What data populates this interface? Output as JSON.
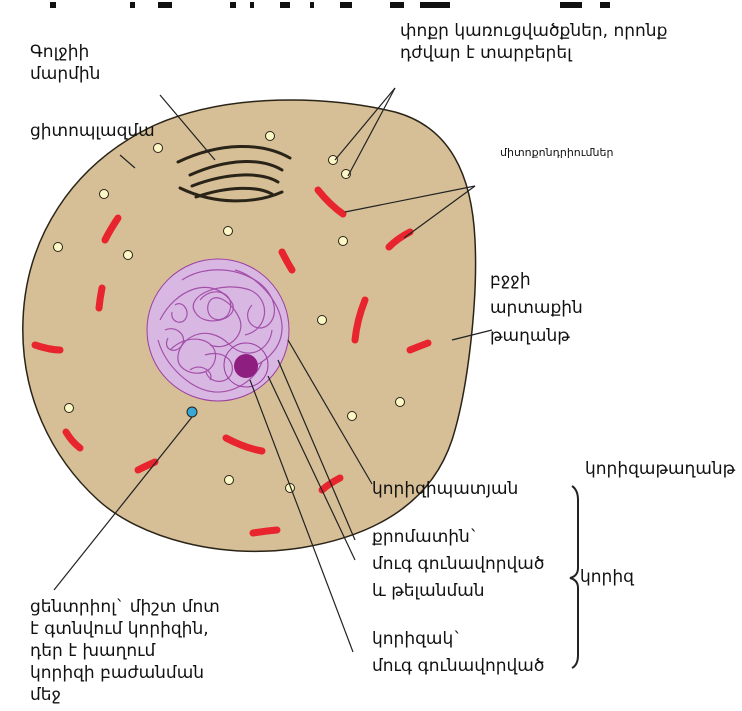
{
  "labels": {
    "golgi": "Գոլջիի\nմարմին",
    "small_structures": "փոքր կառուցվածքներ, որոնք\nդժվար է տարբերել",
    "cytoplasm": "ցիտոպլազմա",
    "mitochondria": "միտոքոնդրիումներ",
    "cell_membrane": "բջջի\nարտաքին\nթաղանթ",
    "nuclear_membrane": "կորիզաթաղանթ",
    "nuclear_wall": "կորիզիպատյան",
    "chromatin": "քրոմատին`\nմուգ գունավորված\nև թելանման",
    "nucleus": "կորիզ",
    "nucleolus": "կորիզակ`\nմուգ գունավորված",
    "centriole": "ցենտրիոլ` միշտ մոտ\nէ գտնվում կորիզին,\nդեր է խաղում\nկորիզի բաժանման\nմեջ"
  },
  "colors": {
    "cytoplasm": "#d6bf96",
    "membrane_outline": "#2a2418",
    "mitochondria": "#e8242e",
    "granules": "#fbf7c6",
    "nucleus": "#d9b7e3",
    "chromatin": "#9a3fa0",
    "nucleolus": "#8e1e7f",
    "centriole": "#3aa7d6",
    "leader_lines": "#222222"
  }
}
